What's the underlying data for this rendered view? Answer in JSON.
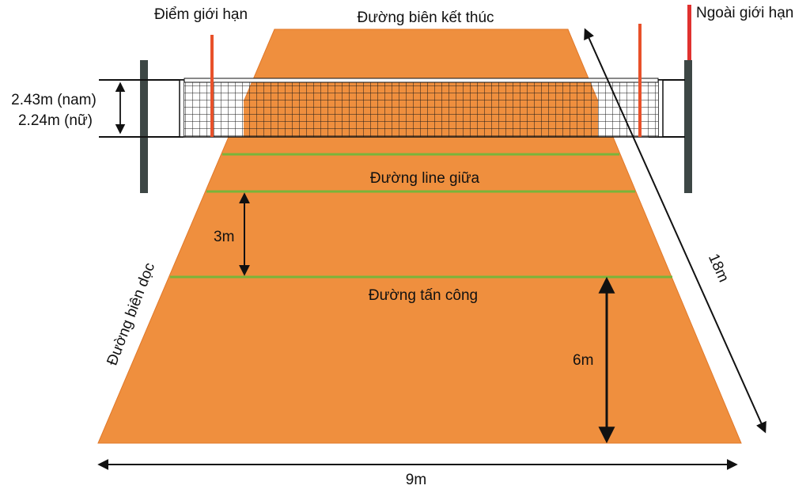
{
  "labels": {
    "limit_point": "Điểm giới hạn",
    "end_line": "Đường biên kết thúc",
    "outside_limit": "Ngoài giới hạn",
    "net_height_men": "2.43m (nam)",
    "net_height_women": "2.24m (nữ)",
    "center_line": "Đường line giữa",
    "three_m": "3m",
    "sideline": "Đường biên dọc",
    "length": "18m",
    "attack_line": "Đường tấn công",
    "six_m": "6m",
    "width": "9m"
  },
  "colors": {
    "court": "#ef8f3e",
    "court_stroke": "#e0782a",
    "line": "#79b43a",
    "post": "#3d4745",
    "antenna_left": "#e8512a",
    "antenna_right": "#e8512a",
    "outside_marker": "#e0312f",
    "net_mesh": "#1a1a1a",
    "net_tape": "#ffffff",
    "text": "#111111"
  },
  "icons": {
    "arrow": "double-headed-arrow"
  }
}
